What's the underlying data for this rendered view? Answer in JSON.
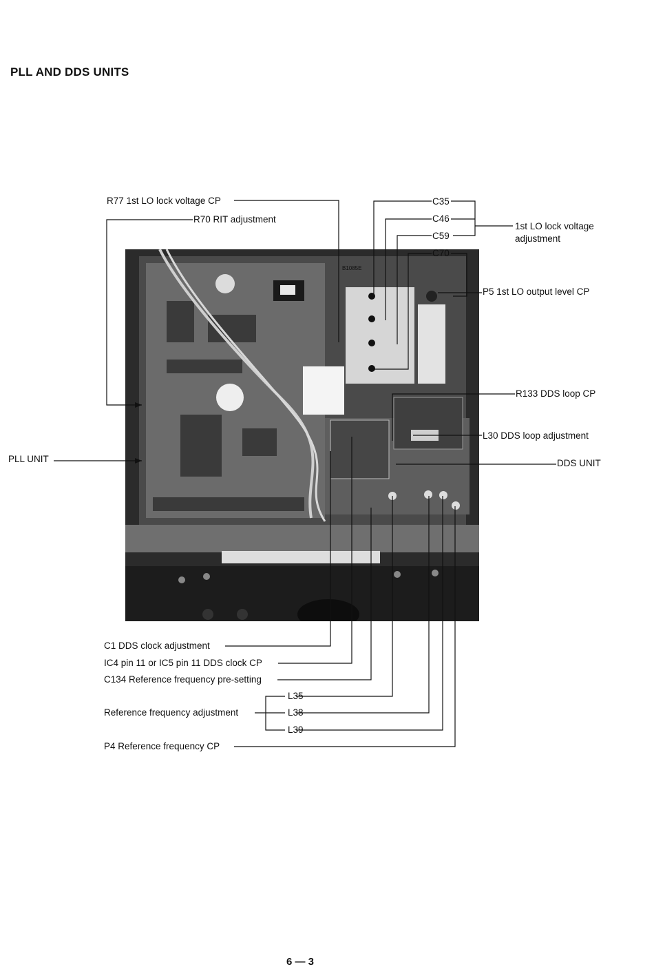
{
  "title": "PLL AND DDS UNITS",
  "page_number": "6 — 3",
  "labels": {
    "r77": "R77  1st LO lock voltage CP",
    "r70": "R70  RIT adjustment",
    "c35": "C35",
    "c46": "C46",
    "c59": "C59",
    "c70": "C70",
    "lo_lock_line1": "1st LO lock voltage",
    "lo_lock_line2": "adjustment",
    "p5": "P5  1st LO output level CP",
    "r133": "R133  DDS loop CP",
    "l30": "L30  DDS loop adjustment",
    "pll_unit": "PLL UNIT",
    "dds_unit": "DDS UNIT",
    "c1": "C1  DDS clock adjustment",
    "ic4": "IC4 pin 11 or IC5 pin 11 DDS clock CP",
    "c134": "C134  Reference frequency pre-setting",
    "ref_adj": "Reference frequency adjustment",
    "l35": "L35",
    "l38": "L38",
    "l39": "L39",
    "p4": "P4  Reference frequency CP"
  },
  "board_marking": "B1085E"
}
